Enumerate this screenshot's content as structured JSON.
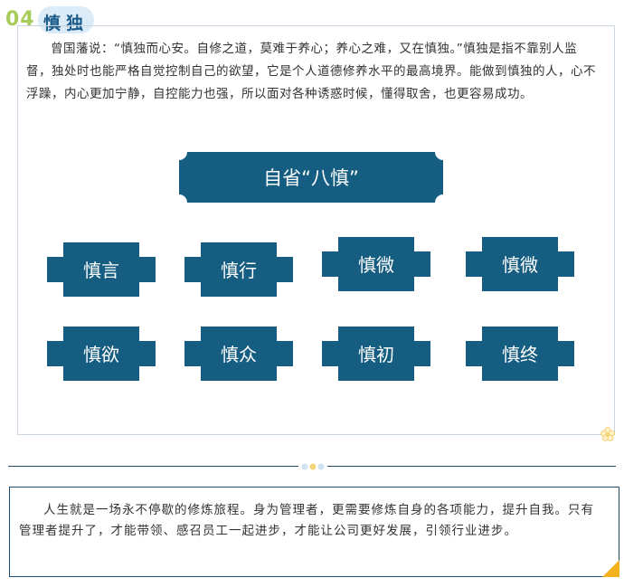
{
  "section": {
    "number": "04",
    "title": "慎独"
  },
  "intro_text": "曾国藩说：“慎独而心安。自修之道，莫难于养心；养心之难，又在慎独。”慎独是指不靠别人监督，独处时也能严格自觉控制自己的欲望，它是个人道德修养水平的最高境界。能做到慎独的人，心不浮躁，内心更加宁静，自控能力也强，所以面对各种诱惑时候，懂得取舍，也更容易成功。",
  "diagram": {
    "title": "自省“八慎”",
    "row1": [
      "慎言",
      "慎行",
      "慎微",
      "慎微"
    ],
    "row2": [
      "慎欲",
      "慎众",
      "慎初",
      "慎终"
    ],
    "colors": {
      "node_fill": "#165d82",
      "node_text": "#ffffff"
    }
  },
  "closing_text": "人生就是一场永不停歇的修炼旅程。身为管理者，更需要修炼自身的各项能力，提升自我。只有管理者提升了，才能带领、感召员工一起进步，才能让公司更好发展，引领行业进步。",
  "colors": {
    "accent_green": "#a7cc59",
    "title_blue": "#1a5b8a",
    "badge_bg": "#dcebf8",
    "frame": "#c9d6e1",
    "divider": "#1f4d6e",
    "corner_gold": "#f2b21e"
  },
  "icons": {
    "panel_corner": "flower-icon",
    "divider_ornament": "dots-icon",
    "box_corner": "corner-triangle-icon"
  }
}
